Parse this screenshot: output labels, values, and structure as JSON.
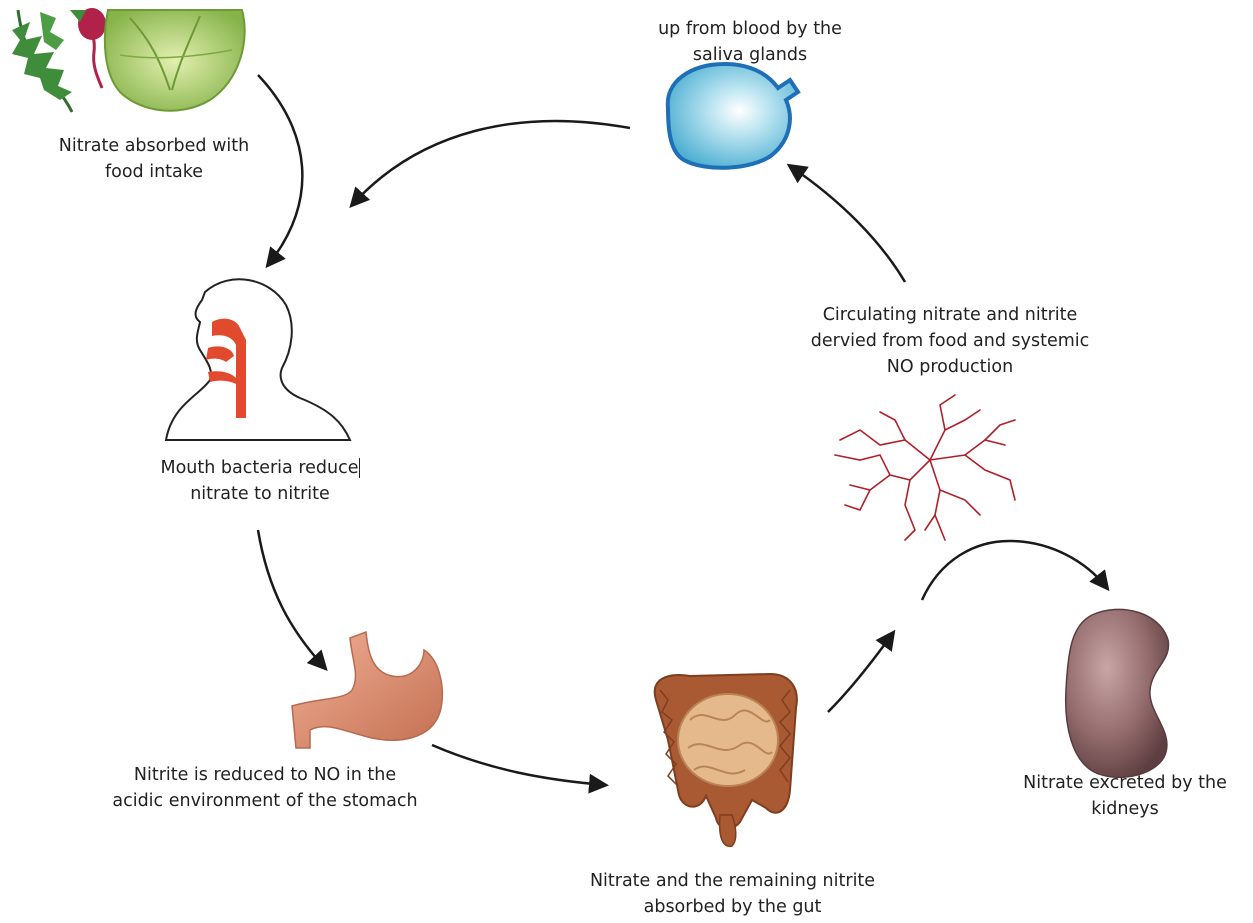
{
  "steps": {
    "food": {
      "lines": [
        "Nitrate absorbed with",
        "food intake"
      ]
    },
    "saliva": {
      "lines": [
        "up from blood by the",
        "saliva glands"
      ]
    },
    "mouth": {
      "lines": [
        "Mouth bacteria reduce",
        "nitrate to nitrite"
      ]
    },
    "stomach": {
      "lines": [
        "Nitrite is reduced to NO in the",
        "acidic environment of the stomach"
      ]
    },
    "gut": {
      "lines": [
        "Nitrate and the remaining nitrite",
        "absorbed by the gut"
      ]
    },
    "circulation": {
      "lines": [
        "Circulating nitrate and nitrite",
        "dervied from food and systemic",
        "NO production"
      ]
    },
    "kidneys": {
      "lines": [
        "Nitrate excreted by the",
        "kidneys"
      ]
    }
  },
  "colors": {
    "arrow": "#1a1a1a",
    "gland_fill": "#6fc3dc",
    "gland_stroke": "#1f6fb8",
    "throat": "#e24a2e",
    "stomach": "#d9876a",
    "intestine": "#a95a33",
    "small_intestine": "#e6b98c",
    "vessels": "#b0202a",
    "kidney": "#8e6566",
    "lettuce": "#9cc35a",
    "arugula": "#3f8d3a",
    "beet": "#b0224a"
  },
  "icons": [
    "vegetables-icon",
    "saliva-gland-icon",
    "head-profile-icon",
    "stomach-icon",
    "intestines-icon",
    "blood-vessels-icon",
    "kidney-icon"
  ]
}
